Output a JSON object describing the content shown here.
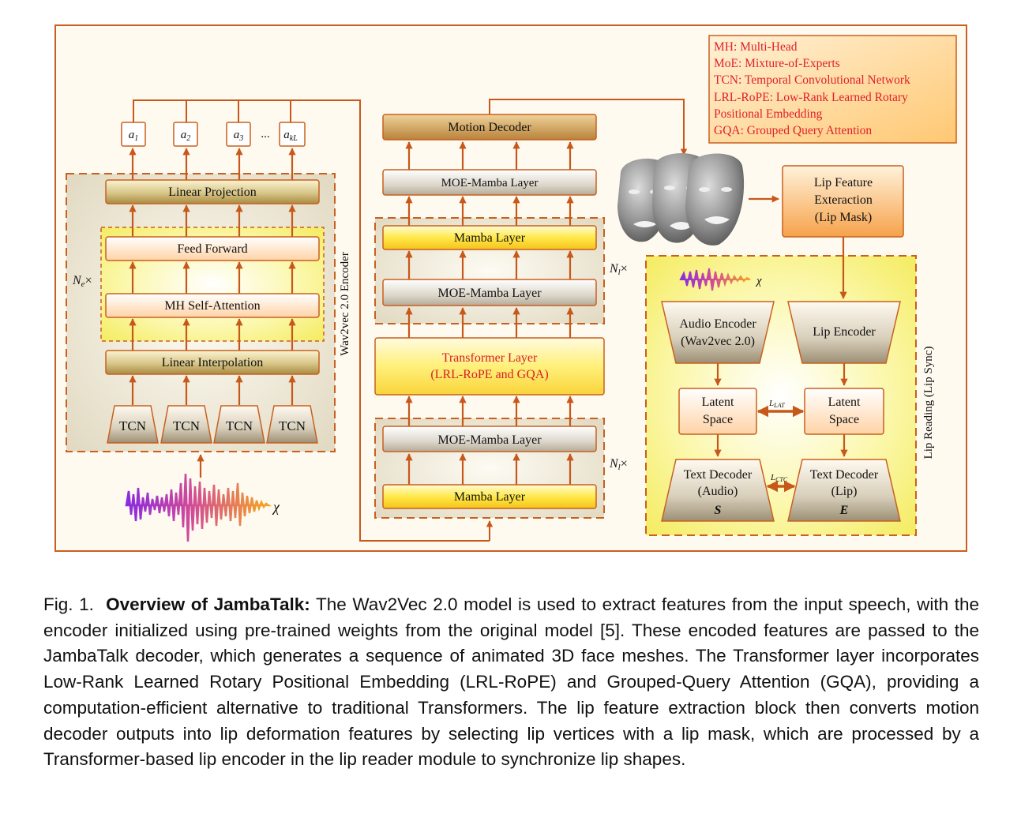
{
  "legend": [
    "MH: Multi-Head",
    "MoE: Mixture-of-Experts",
    "TCN: Temporal Convolutional Network",
    "LRL-RoPE: Low-Rank Learned Rotary",
    "Positional Embedding",
    "GQA: Grouped Query Attention"
  ],
  "encoder": {
    "outputs": [
      "a",
      "a",
      "a",
      "...",
      "a"
    ],
    "output_subscripts": [
      "1",
      "2",
      "3",
      "",
      "kL"
    ],
    "linear_projection": "Linear Projection",
    "feed_forward": "Feed Forward",
    "self_attention": "MH Self-Attention",
    "linear_interpolation": "Linear Interpolation",
    "tcn": [
      "TCN",
      "TCN",
      "TCN",
      "TCN"
    ],
    "repeat": "N",
    "repeat_sub": "e",
    "repeat_times": "×",
    "side_label": "Wav2vec 2.0 Encoder",
    "input_symbol": "χ"
  },
  "decoder": {
    "motion_decoder": "Motion Decoder",
    "moe_top": "MOE-Mamba Layer",
    "mamba_upper": "Mamba Layer",
    "moe_upper": "MOE-Mamba Layer",
    "transformer_line1": "Transformer Layer",
    "transformer_line2": "(LRL-RoPE and GQA)",
    "moe_lower": "MOE-Mamba Layer",
    "mamba_lower": "Mamba Layer",
    "repeat": "N",
    "repeat_sub": "l",
    "repeat_times": "×"
  },
  "lip": {
    "feature_line1": "Lip Feature",
    "feature_line2": "Exteraction",
    "feature_line3": "(Lip Mask)",
    "input_symbol": "χ",
    "audio_encoder_line1": "Audio Encoder",
    "audio_encoder_line2": "(Wav2vec 2.0)",
    "lip_encoder": "Lip Encoder",
    "latent_line1": "Latent",
    "latent_line2": "Space",
    "loss_lat": "L",
    "loss_lat_sub": "LAT",
    "loss_ctc": "L",
    "loss_ctc_sub": "CTC",
    "text_decoder": "Text Decoder",
    "text_decoder_audio": "(Audio)",
    "text_decoder_lip": "(Lip)",
    "out_audio": "S",
    "out_lip": "E",
    "side_label": "Lip Reading (Lip Sync)"
  },
  "caption": {
    "prefix": "Fig. 1.",
    "title": "Overview of JambaTalk:",
    "body": "The Wav2Vec 2.0 model is used to extract features from the input speech, with the encoder initialized using pre-trained weights from the original model [5]. These encoded features are passed to the JambaTalk decoder, which generates a sequence of animated 3D face meshes. The Transformer layer incorporates Low-Rank Learned Rotary Positional Embedding (LRL-RoPE) and Grouped-Query Attention (GQA), providing a computation-efficient alternative to traditional Transformers. The lip feature extraction block then converts motion decoder outputs into lip deformation features by selecting lip vertices with a lip mask, which are processed by a Transformer-based lip encoder in the lip reader module to synchronize lip shapes."
  },
  "colors": {
    "frame": "#c8601f",
    "arrow": "#c8581a",
    "legend_text": "#e0202a",
    "panel_tan": "#e6dfc9",
    "panel_yellow": "#f7f27a"
  }
}
